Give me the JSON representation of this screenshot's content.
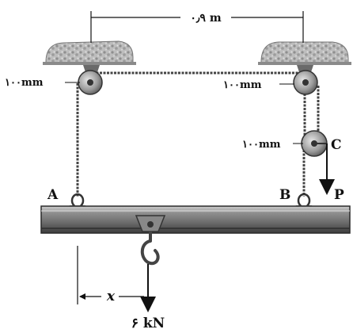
{
  "labels": {
    "span": "۰٫۹ m",
    "pulley_left": "۱۰۰mm",
    "pulley_right_top": "۱۰۰mm",
    "pulley_c": "۱۰۰mm",
    "point_a": "A",
    "point_b": "B",
    "point_c": "C",
    "force_p": "P",
    "distance_x": "x",
    "load": "۶ kN"
  },
  "colors": {
    "beam": "#9a9a9a",
    "beam_dark": "#3a3a3a",
    "rope": "#444444",
    "ceiling": "#b5b5b5",
    "text": "#111111"
  }
}
